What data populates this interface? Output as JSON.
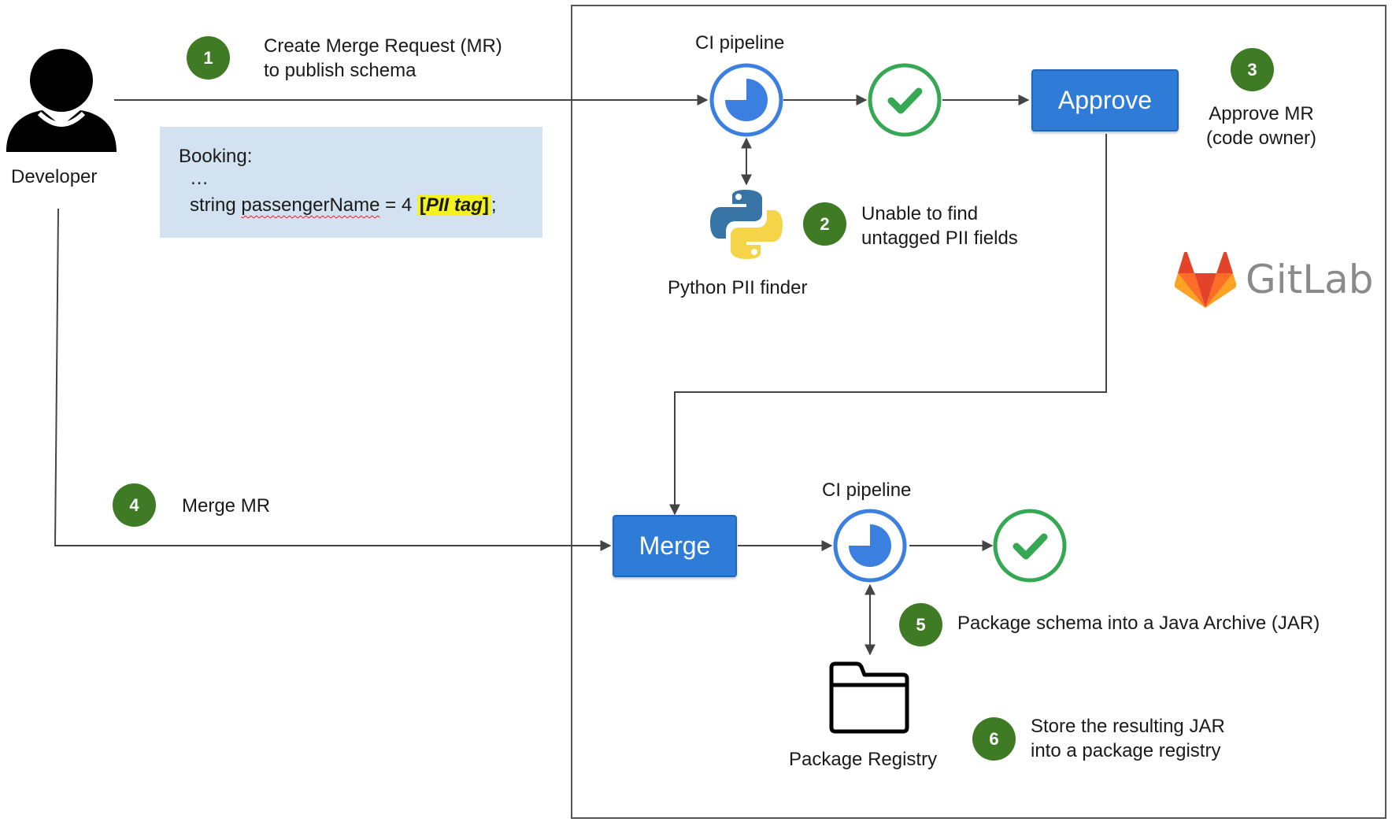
{
  "developer": {
    "label": "Developer"
  },
  "steps": {
    "s1": {
      "number": "1",
      "lines": [
        "Create Merge Request (MR)",
        "to publish schema"
      ]
    },
    "s2": {
      "number": "2",
      "lines": [
        "Unable to find",
        "untagged PII fields"
      ]
    },
    "s3": {
      "number": "3",
      "lines": [
        "Approve MR",
        "(code owner)"
      ]
    },
    "s4": {
      "number": "4",
      "lines": [
        "Merge MR"
      ]
    },
    "s5": {
      "number": "5",
      "lines": [
        "Package schema into a Java Archive (JAR)"
      ]
    },
    "s6": {
      "number": "6",
      "lines": [
        "Store the resulting JAR",
        "into a package registry"
      ]
    }
  },
  "code": {
    "line1": "Booking:",
    "line2": "…",
    "line3_prefix": "string ",
    "line3_identifier": "passengerName",
    "line3_assign": " = 4 ",
    "line3_tag_open": "[",
    "line3_tag_text": "PII tag",
    "line3_tag_close": "]",
    "line3_suffix": ";"
  },
  "pipeline1": {
    "label": "CI pipeline"
  },
  "pipeline2": {
    "label": "CI pipeline"
  },
  "approve_button": {
    "label": "Approve"
  },
  "merge_button": {
    "label": "Merge"
  },
  "python_finder": {
    "label": "Python PII finder"
  },
  "registry": {
    "label": "Package Registry"
  },
  "gitlab": {
    "wordmark": "GitLab"
  },
  "colors": {
    "badge_green": "#3f7a24",
    "button_blue": "#2f7bd8",
    "pipeline_blue": "#3b7fe0",
    "check_green": "#34a853",
    "code_bg": "#d2e2f1",
    "pii_highlight": "#f4f21e",
    "gitlab_orange": "#e24329",
    "gitlab_text": "#8a8a8a"
  }
}
